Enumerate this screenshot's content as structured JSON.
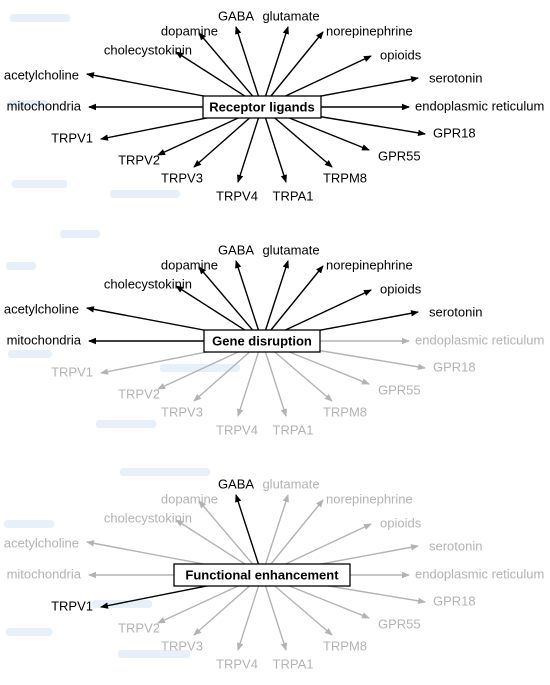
{
  "colors": {
    "active": "#000000",
    "inactive": "#b3b3b3",
    "ghost": "#d7e6f3",
    "box_border": "#000000"
  },
  "panels": [
    {
      "hub_label": "Receptor ligands",
      "targets": [
        {
          "id": "dopamine",
          "label": "dopamine",
          "active": true
        },
        {
          "id": "gaba",
          "label": "GABA",
          "active": true
        },
        {
          "id": "glutamate",
          "label": "glutamate",
          "active": true
        },
        {
          "id": "norepinephrine",
          "label": "norepinephrine",
          "active": true
        },
        {
          "id": "cholecystokinin",
          "label": "cholecystokinin",
          "active": true
        },
        {
          "id": "opioids",
          "label": "opioids",
          "active": true
        },
        {
          "id": "acetylcholine",
          "label": "acetylcholine",
          "active": true
        },
        {
          "id": "serotonin",
          "label": "serotonin",
          "active": true
        },
        {
          "id": "mitochondria",
          "label": "mitochondria",
          "active": true
        },
        {
          "id": "endoplasmic-reticulum",
          "label": "endoplasmic reticulum",
          "active": true
        },
        {
          "id": "trpv1",
          "label": "TRPV1",
          "active": true
        },
        {
          "id": "gpr18",
          "label": "GPR18",
          "active": true
        },
        {
          "id": "trpv2",
          "label": "TRPV2",
          "active": true
        },
        {
          "id": "gpr55",
          "label": "GPR55",
          "active": true
        },
        {
          "id": "trpv3",
          "label": "TRPV3",
          "active": true
        },
        {
          "id": "trpm8",
          "label": "TRPM8",
          "active": true
        },
        {
          "id": "trpv4",
          "label": "TRPV4",
          "active": true
        },
        {
          "id": "trpa1",
          "label": "TRPA1",
          "active": true
        }
      ]
    },
    {
      "hub_label": "Gene disruption",
      "targets": [
        {
          "id": "dopamine",
          "label": "dopamine",
          "active": true
        },
        {
          "id": "gaba",
          "label": "GABA",
          "active": true
        },
        {
          "id": "glutamate",
          "label": "glutamate",
          "active": true
        },
        {
          "id": "norepinephrine",
          "label": "norepinephrine",
          "active": true
        },
        {
          "id": "cholecystokinin",
          "label": "cholecystokinin",
          "active": true
        },
        {
          "id": "opioids",
          "label": "opioids",
          "active": true
        },
        {
          "id": "acetylcholine",
          "label": "acetylcholine",
          "active": true
        },
        {
          "id": "serotonin",
          "label": "serotonin",
          "active": true
        },
        {
          "id": "mitochondria",
          "label": "mitochondria",
          "active": true
        },
        {
          "id": "endoplasmic-reticulum",
          "label": "endoplasmic reticulum",
          "active": false
        },
        {
          "id": "trpv1",
          "label": "TRPV1",
          "active": false
        },
        {
          "id": "gpr18",
          "label": "GPR18",
          "active": false
        },
        {
          "id": "trpv2",
          "label": "TRPV2",
          "active": false
        },
        {
          "id": "gpr55",
          "label": "GPR55",
          "active": false
        },
        {
          "id": "trpv3",
          "label": "TRPV3",
          "active": false
        },
        {
          "id": "trpm8",
          "label": "TRPM8",
          "active": false
        },
        {
          "id": "trpv4",
          "label": "TRPV4",
          "active": false
        },
        {
          "id": "trpa1",
          "label": "TRPA1",
          "active": false
        }
      ]
    },
    {
      "hub_label": "Functional enhancement",
      "targets": [
        {
          "id": "dopamine",
          "label": "dopamine",
          "active": false
        },
        {
          "id": "gaba",
          "label": "GABA",
          "active": true
        },
        {
          "id": "glutamate",
          "label": "glutamate",
          "active": false
        },
        {
          "id": "norepinephrine",
          "label": "norepinephrine",
          "active": false
        },
        {
          "id": "cholecystokinin",
          "label": "cholecystokinin",
          "active": false
        },
        {
          "id": "opioids",
          "label": "opioids",
          "active": false
        },
        {
          "id": "acetylcholine",
          "label": "acetylcholine",
          "active": false
        },
        {
          "id": "serotonin",
          "label": "serotonin",
          "active": false
        },
        {
          "id": "mitochondria",
          "label": "mitochondria",
          "active": false
        },
        {
          "id": "endoplasmic-reticulum",
          "label": "endoplasmic reticulum",
          "active": false
        },
        {
          "id": "trpv1",
          "label": "TRPV1",
          "active": true
        },
        {
          "id": "gpr18",
          "label": "GPR18",
          "active": false
        },
        {
          "id": "trpv2",
          "label": "TRPV2",
          "active": false
        },
        {
          "id": "gpr55",
          "label": "GPR55",
          "active": false
        },
        {
          "id": "trpv3",
          "label": "TRPV3",
          "active": false
        },
        {
          "id": "trpm8",
          "label": "TRPM8",
          "active": false
        },
        {
          "id": "trpv4",
          "label": "TRPV4",
          "active": false
        },
        {
          "id": "trpa1",
          "label": "TRPA1",
          "active": false
        }
      ]
    }
  ]
}
